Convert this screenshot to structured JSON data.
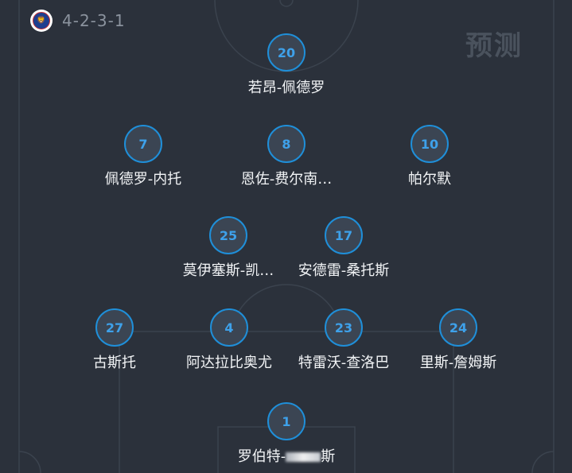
{
  "header": {
    "team_badge": "chelsea-badge",
    "formation": "4-2-3-1"
  },
  "watermark": "预测",
  "players": [
    {
      "number": "20",
      "name": "若昂-佩德罗"
    },
    {
      "number": "7",
      "name": "佩德罗-内托"
    },
    {
      "number": "8",
      "name": "恩佐-费尔南…"
    },
    {
      "number": "10",
      "name": "帕尔默"
    },
    {
      "number": "25",
      "name": "莫伊塞斯-凯…"
    },
    {
      "number": "17",
      "name": "安德雷-桑托斯"
    },
    {
      "number": "27",
      "name": "古斯托"
    },
    {
      "number": "4",
      "name": "阿达拉比奥尤"
    },
    {
      "number": "23",
      "name": "特雷沃-查洛巴"
    },
    {
      "number": "24",
      "name": "里斯-詹姆斯"
    }
  ],
  "goalkeeper": {
    "number": "1",
    "name_prefix": "罗伯特-",
    "name_suffix": "斯"
  }
}
